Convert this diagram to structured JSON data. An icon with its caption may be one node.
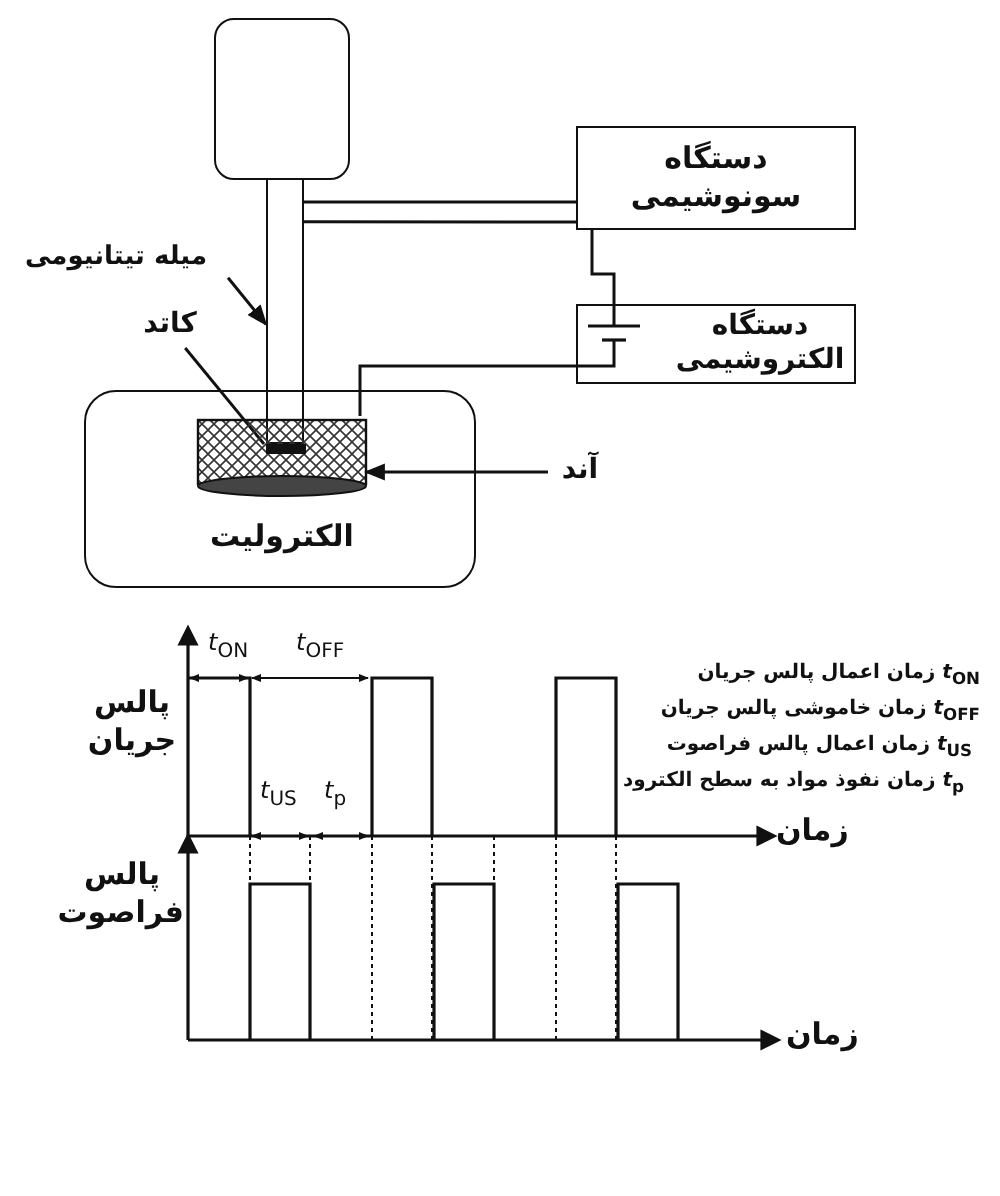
{
  "diagram": {
    "nodes": [
      {
        "text": [],
        "shape": "box"
      },
      {
        "text": [
          "دستگاه سونوشیمی"
        ]
      },
      {
        "text": [
          "دستگاه الکتروشیمی"
        ]
      },
      {
        "text": [
          "میله تیتانیومی"
        ]
      },
      {
        "text": [],
        "shape": "box"
      },
      {
        "text": [
          "کاتد"
        ]
      },
      {
        "text": [
          "الکترولیت"
        ]
      },
      {
        "text": [],
        "shape": "cylinder",
        "in": 6
      },
      {
        "text": [],
        "shape": "bar",
        "in": 7
      },
      {
        "text": [
          "آند"
        ]
      }
    ],
    "edges": [
      {
        "from": 4,
        "to": 1,
        "arrow": "none"
      },
      {
        "from": 1,
        "to": 2,
        "arrow": "none"
      },
      {
        "from": 2,
        "to": 7,
        "arrow": "none"
      },
      {
        "from": 3,
        "to": 4,
        "arrow": "to"
      },
      {
        "from": 5,
        "to": 8,
        "arrow": "none"
      },
      {
        "from": 9,
        "to": 7,
        "arrow": "to"
      }
    ],
    "labels": [
      "*t*$_{ON}$",
      "*t*$_{OFF}$",
      "*t*$_{ON}$ زمان اعمال پالس جریان",
      "پالس جریان",
      "*t*$_{OFF}$ زمان خاموشی پالس جریان",
      "*t*$_{US}$ زمان اعمال پالس فراصوت",
      "*t*$_{US}$",
      "*t*$_{p}$",
      "*t*$_{p}$ زمان نفوذ مواد به سطح الکترود",
      "زمان",
      "پالس فراصوت",
      "زمان"
    ]
  }
}
